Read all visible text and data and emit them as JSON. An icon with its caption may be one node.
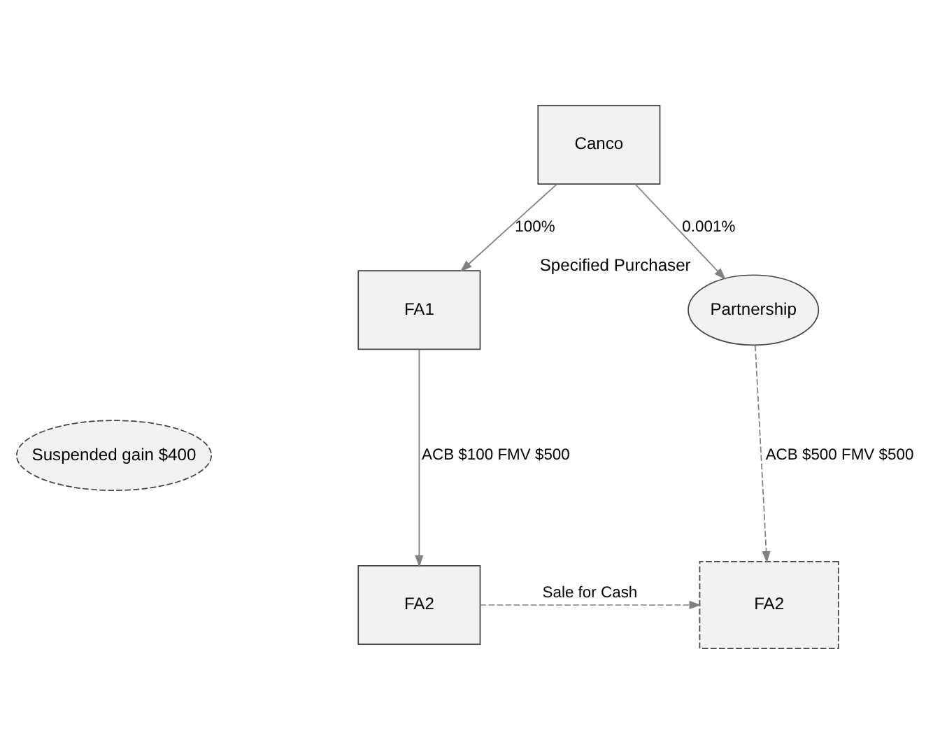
{
  "diagram": {
    "nodes": [
      {
        "text": [
          "Canco"
        ]
      },
      {
        "text": [
          "FA1"
        ]
      },
      {
        "text": [
          "Partnership"
        ],
        "beside": [
          "Specified Purchaser"
        ]
      },
      {
        "text": [
          "Suspended gain $400"
        ]
      },
      {
        "text": [
          "FA2"
        ]
      },
      {
        "text": [
          "FA2"
        ]
      }
    ],
    "edges": [
      {
        "from": 0,
        "to": 1,
        "arrow": "to",
        "label": "100%"
      },
      {
        "from": 0,
        "to": 2,
        "arrow": "to",
        "label": "0.001%"
      },
      {
        "from": 2,
        "to": 5,
        "arrow": "to",
        "label": "ACB $500 FMV $500",
        "style": "dashed"
      },
      {
        "from": 1,
        "to": 4,
        "arrow": "to",
        "label": "ACB $100 FMV $500"
      },
      {
        "from": 4,
        "to": 5,
        "arrow": "to",
        "label": "Sale for Cash",
        "style": "dashed"
      }
    ]
  }
}
